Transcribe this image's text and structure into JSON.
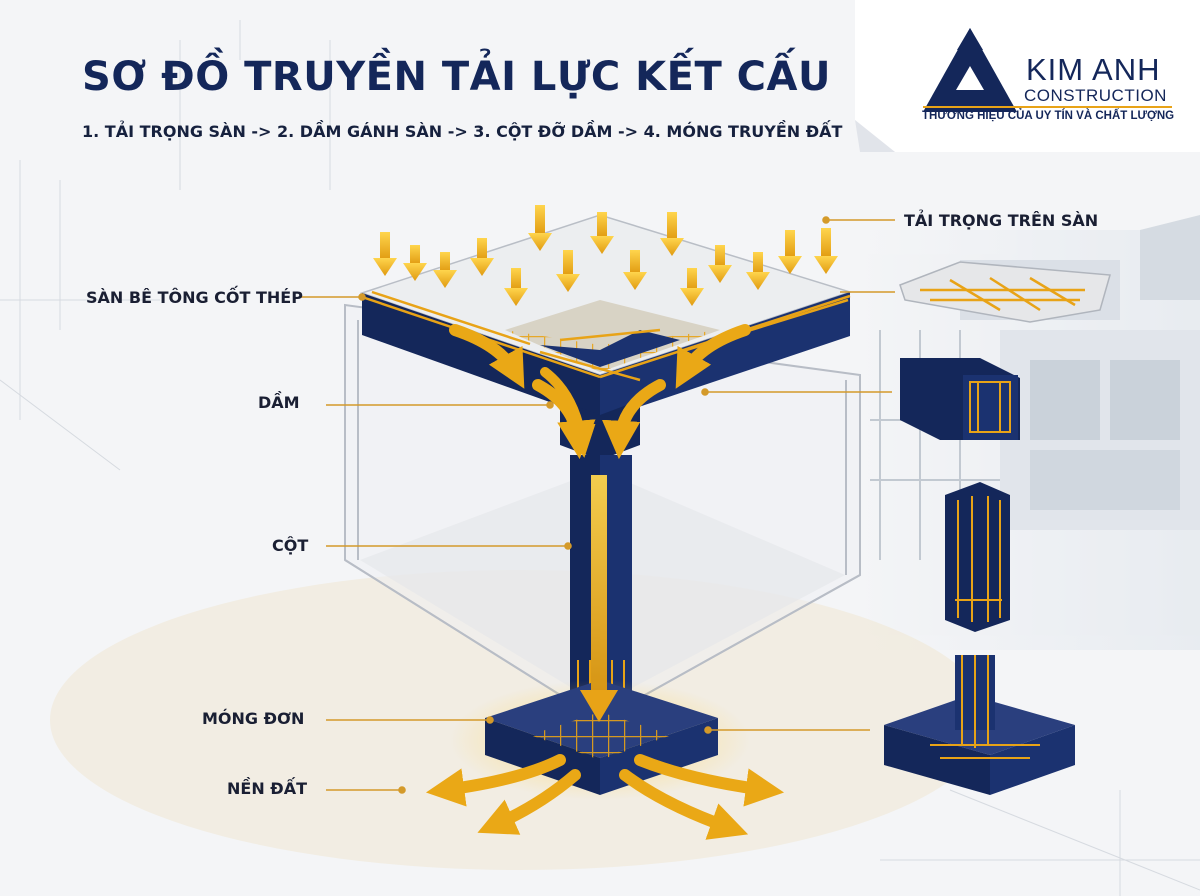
{
  "header": {
    "title": "SƠ ĐỒ TRUYỀN TẢI LỰC KẾT CẤU",
    "steps": "1. TẢI TRỌNG SÀN  -> 2. DẦM GÁNH SÀN -> 3. CỘT ĐỠ DẦM -> 4. MÓNG TRUYỀN ĐẤT"
  },
  "brand": {
    "name": "KIM ANH",
    "sub": "CONSTRUCTION",
    "slogan": "THƯƠNG HIỆU CỦA UY TÍN VÀ CHẤT LƯỢNG"
  },
  "labels": {
    "floor_slab": "SÀN BÊ TÔNG CỐT THÉP",
    "beam": "DẦM",
    "column": "CỘT",
    "foundation": "MÓNG ĐƠN",
    "soil": "NỀN ĐẤT",
    "floor_load": "TẢI TRỌNG TRÊN SÀN"
  },
  "colors": {
    "navy": "#14275a",
    "gold": "#f2b31a",
    "rebar": "#e8a317",
    "background": "#f4f5f7"
  }
}
